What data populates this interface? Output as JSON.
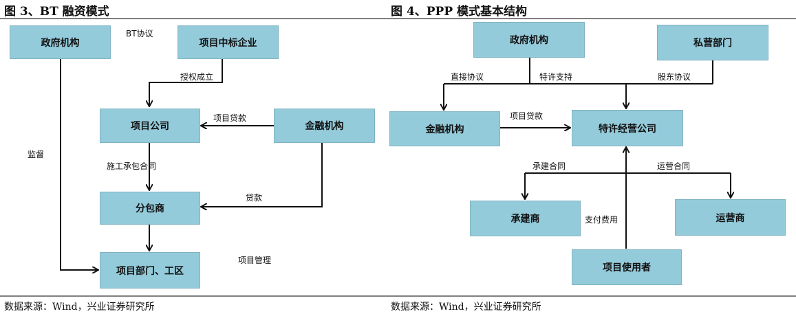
{
  "left_diagram": {
    "title": "图 3、BT 融资模式",
    "boxes": {
      "gov": "政府机构",
      "winner": "项目中标企业",
      "project_company": "项目公司",
      "finance": "金融机构",
      "subcontractor": "分包商",
      "site": "项目部门、工区"
    },
    "labels": {
      "bt_agreement": "BT协议",
      "authorize": "授权成立",
      "project_loan": "项目贷款",
      "construction_contract": "施工承包合同",
      "loan": "贷款",
      "supervision": "监督",
      "project_management": "项目管理"
    },
    "source": "数据来源：Wind，兴业证券研究所"
  },
  "right_diagram": {
    "title": "图 4、PPP 模式基本结构",
    "boxes": {
      "gov": "政府机构",
      "private": "私营部门",
      "finance": "金融机构",
      "concession": "特许经营公司",
      "builder": "承建商",
      "operator": "运营商",
      "user": "项目使用者"
    },
    "labels": {
      "direct_agreement": "直接协议",
      "concession_support": "特许支持",
      "shareholder_agreement": "股东协议",
      "project_loan": "项目贷款",
      "construction_contract": "承建合同",
      "operation_contract": "运营合同",
      "pay_fees": "支付费用"
    },
    "source": "数据来源：Wind，兴业证券研究所"
  }
}
